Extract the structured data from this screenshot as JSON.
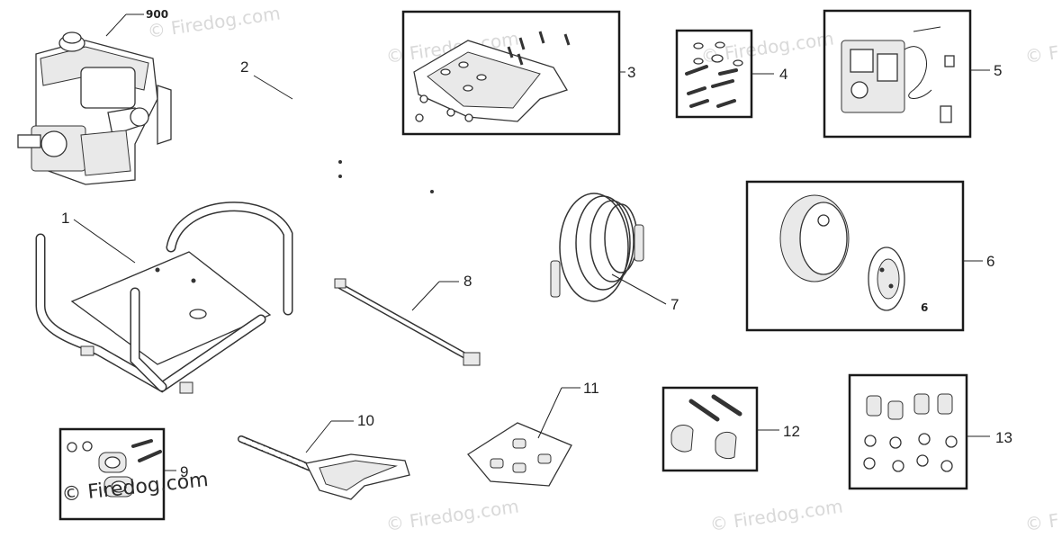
{
  "callouts": {
    "c900": "900",
    "c1": "1",
    "c2": "2",
    "c3": "3",
    "c4": "4",
    "c5": "5",
    "c6": "6",
    "c7": "7",
    "c8": "8",
    "c9": "9",
    "c10": "10",
    "c11": "11",
    "c12": "12",
    "c13": "13"
  },
  "wheel_small_label": "6",
  "watermark": "© Firedog.com",
  "watermark_short": "© F",
  "copyright": "© Firedog.com"
}
